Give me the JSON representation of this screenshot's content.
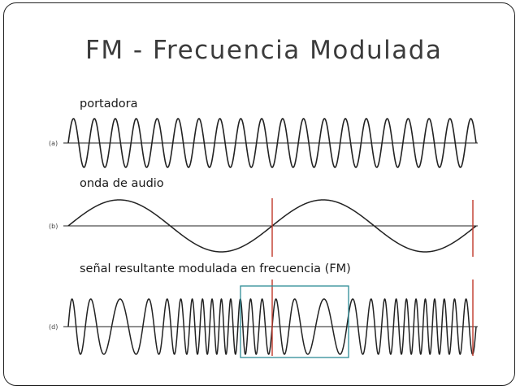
{
  "slide": {
    "title": "FM - Frecuencia Modulada"
  },
  "panels": [
    {
      "tag": "(a)",
      "label": "portadora"
    },
    {
      "tag": "(b)",
      "label": "onda de audio"
    },
    {
      "tag": "(d)",
      "label": "señal  resultante modulada en frecuencia (FM)"
    }
  ],
  "colors": {
    "wave": "#222222",
    "marker_red": "#c0392b",
    "marker_teal": "#2e8c96",
    "title": "#3b3b3b"
  }
}
